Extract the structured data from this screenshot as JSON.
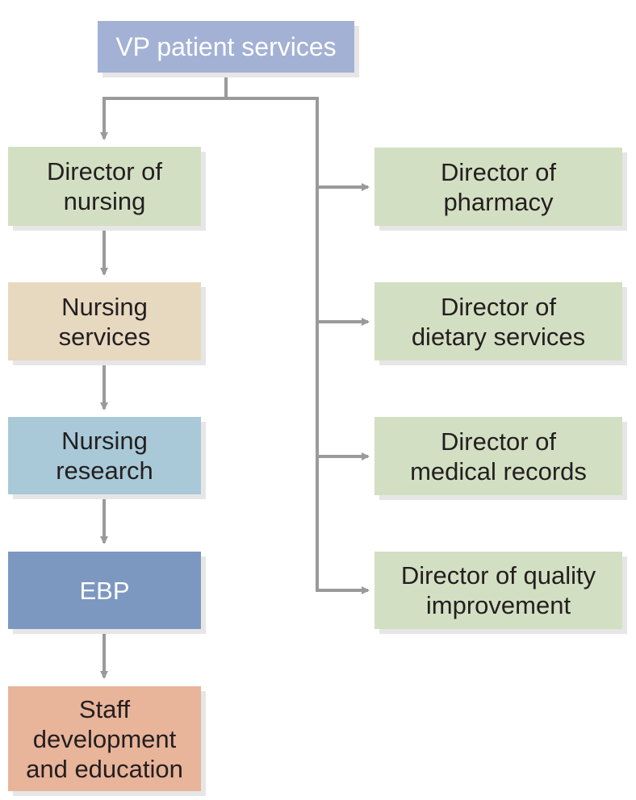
{
  "nodes": {
    "vp": {
      "label": "VP patient services",
      "color": "#a3b1d5"
    },
    "dir_nursing": {
      "label": "Director of\nnursing",
      "color": "#d3dfc2"
    },
    "nursing_services": {
      "label": "Nursing\nservices",
      "color": "#e7d8c0"
    },
    "nursing_research": {
      "label": "Nursing\nresearch",
      "color": "#a9c9d8"
    },
    "ebp": {
      "label": "EBP",
      "color": "#7d98c0"
    },
    "staff_dev": {
      "label": "Staff\ndevelopment\nand education",
      "color": "#e8b49a"
    },
    "dir_pharmacy": {
      "label": "Director of\npharmacy",
      "color": "#d3dfc2"
    },
    "dir_dietary": {
      "label": "Director of\ndietary services",
      "color": "#d3dfc2"
    },
    "dir_records": {
      "label": "Director of\nmedical records",
      "color": "#d3dfc2"
    },
    "dir_quality": {
      "label": "Director of quality\nimprovement",
      "color": "#d3dfc2"
    }
  },
  "connector_color": "#9a9a9a"
}
